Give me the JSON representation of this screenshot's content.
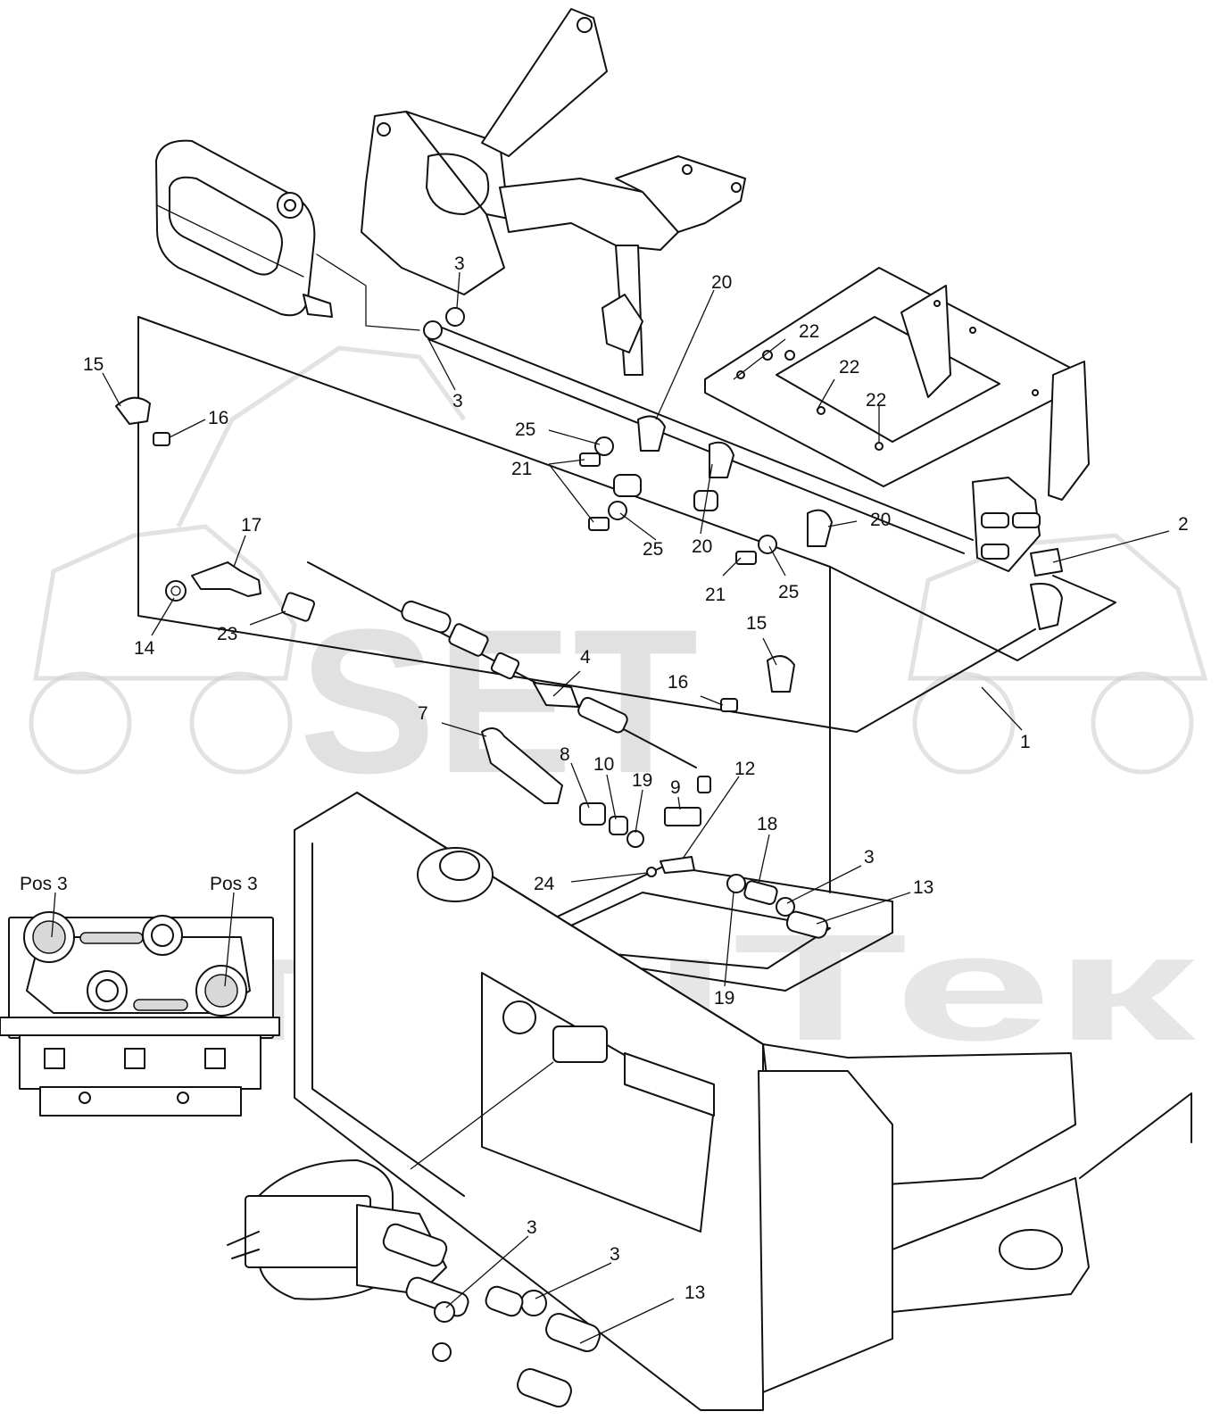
{
  "watermark": {
    "brand": "SET",
    "company": "СпецТек"
  },
  "inset": {
    "left_label": "Pos 3",
    "right_label": "Pos 3"
  },
  "callouts": [
    {
      "id": "c-3-top",
      "label": "3"
    },
    {
      "id": "c-3-mid",
      "label": "3"
    },
    {
      "id": "c-20-top",
      "label": "20"
    },
    {
      "id": "c-22-a",
      "label": "22"
    },
    {
      "id": "c-22-b",
      "label": "22"
    },
    {
      "id": "c-22-c",
      "label": "22"
    },
    {
      "id": "c-15-top",
      "label": "15"
    },
    {
      "id": "c-16-top",
      "label": "16"
    },
    {
      "id": "c-25-a",
      "label": "25"
    },
    {
      "id": "c-21-a",
      "label": "21"
    },
    {
      "id": "c-17",
      "label": "17"
    },
    {
      "id": "c-2",
      "label": "2"
    },
    {
      "id": "c-20-b",
      "label": "20"
    },
    {
      "id": "c-20-c",
      "label": "20"
    },
    {
      "id": "c-25-b",
      "label": "25"
    },
    {
      "id": "c-25-c",
      "label": "25"
    },
    {
      "id": "c-21-b",
      "label": "21"
    },
    {
      "id": "c-14",
      "label": "14"
    },
    {
      "id": "c-23",
      "label": "23"
    },
    {
      "id": "c-15-bot",
      "label": "15"
    },
    {
      "id": "c-4",
      "label": "4"
    },
    {
      "id": "c-16-bot",
      "label": "16"
    },
    {
      "id": "c-7",
      "label": "7"
    },
    {
      "id": "c-1",
      "label": "1"
    },
    {
      "id": "c-8",
      "label": "8"
    },
    {
      "id": "c-10",
      "label": "10"
    },
    {
      "id": "c-19-a",
      "label": "19"
    },
    {
      "id": "c-9",
      "label": "9"
    },
    {
      "id": "c-12",
      "label": "12"
    },
    {
      "id": "c-18",
      "label": "18"
    },
    {
      "id": "c-3-right",
      "label": "3"
    },
    {
      "id": "c-24",
      "label": "24"
    },
    {
      "id": "c-13-right",
      "label": "13"
    },
    {
      "id": "c-19-b",
      "label": "19"
    },
    {
      "id": "c-3-bot-a",
      "label": "3"
    },
    {
      "id": "c-3-bot-b",
      "label": "3"
    },
    {
      "id": "c-13-bot",
      "label": "13"
    }
  ]
}
